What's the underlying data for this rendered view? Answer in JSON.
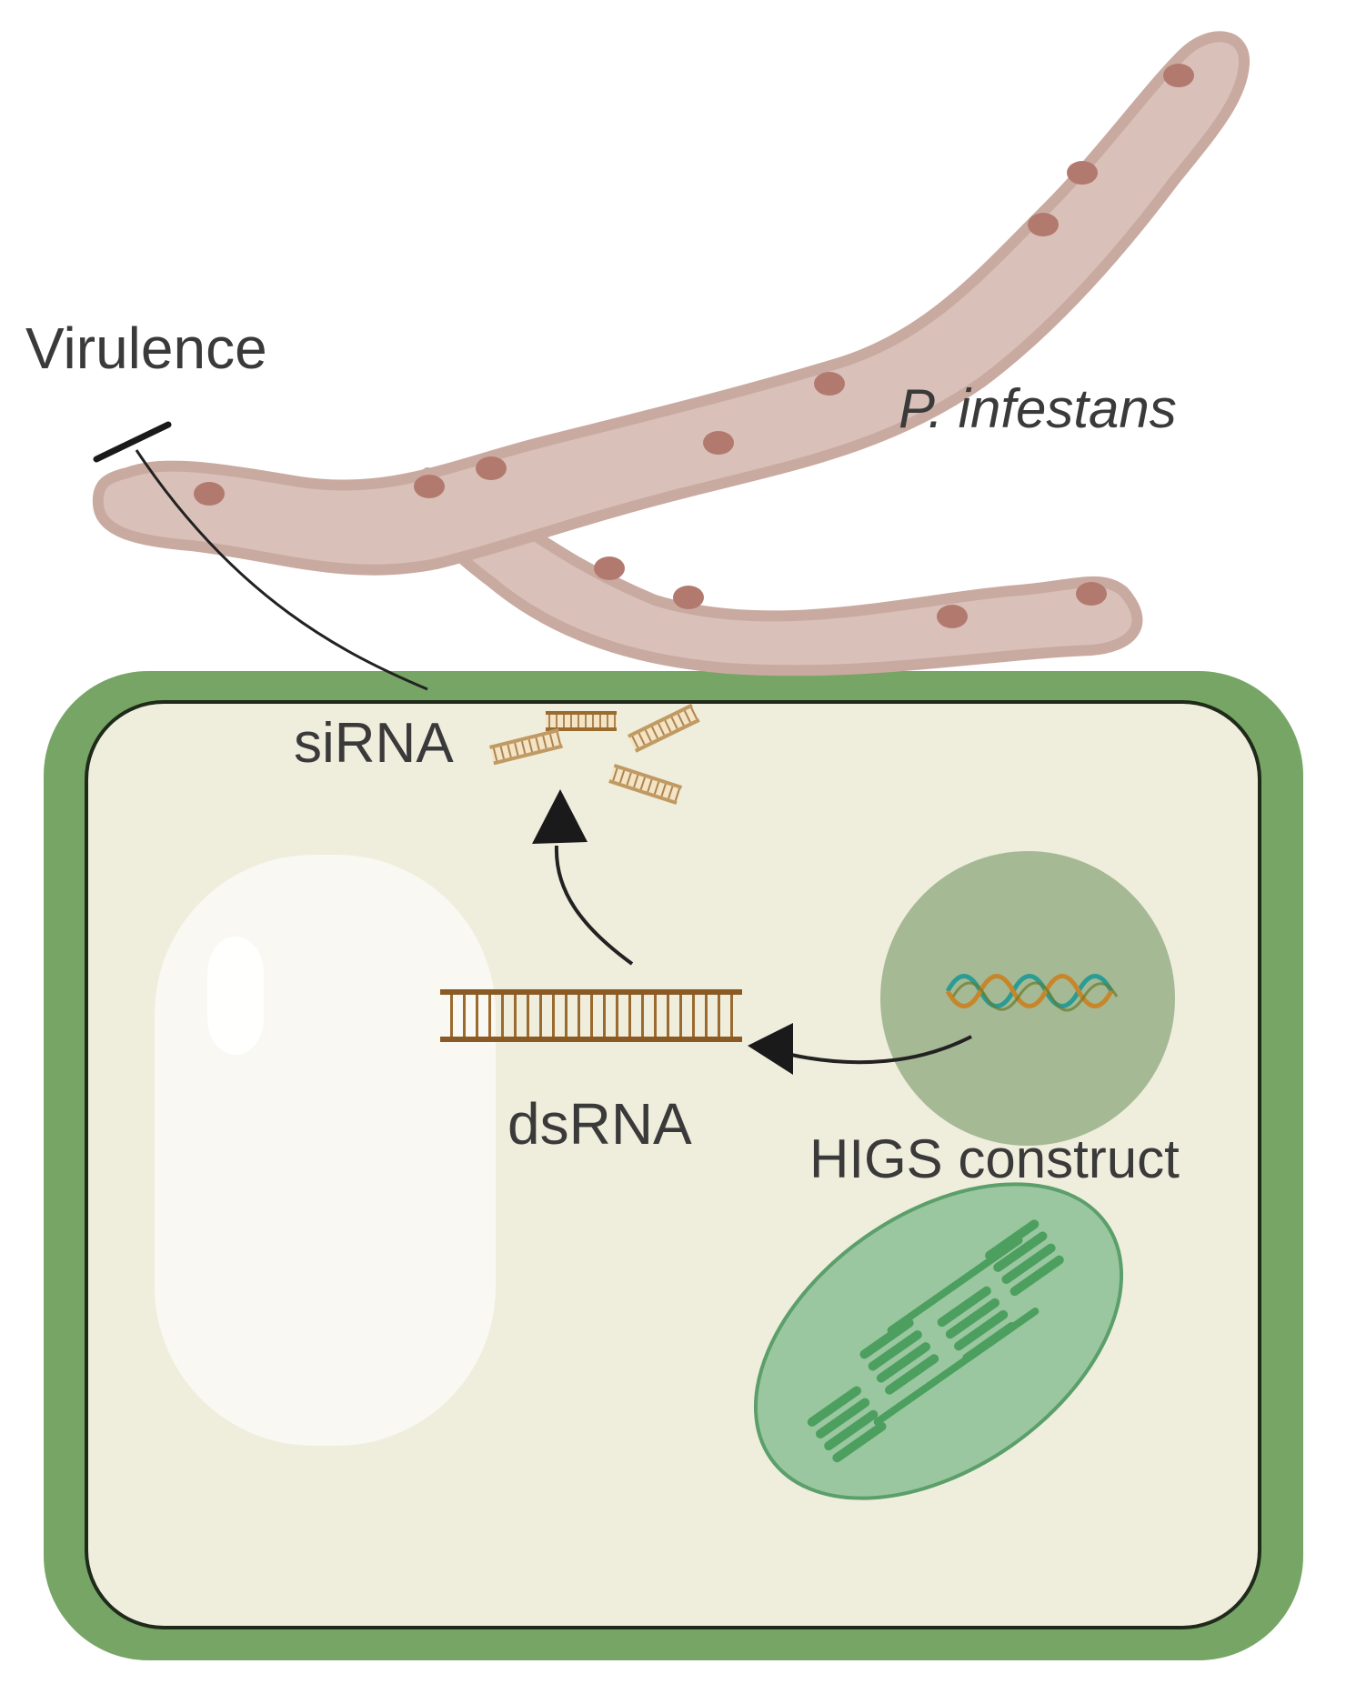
{
  "labels": {
    "virulence": "Virulence",
    "pathogen": "P. infestans",
    "sirna": "siRNA",
    "dsrna": "dsRNA",
    "construct": "HIGS construct"
  },
  "icons": [
    "hypha",
    "plant-cell",
    "vacuole",
    "nucleus",
    "dna-helix",
    "dsrna-ladder",
    "sirna-fragment",
    "chloroplast",
    "inhibition-bar",
    "arrow"
  ],
  "colors": {
    "hypha_fill": "#d9c1b9",
    "hypha_edge": "#c9aaa0",
    "hypha_nucleus": "#b27a6f",
    "cell_wall": "#76a565",
    "cytoplasm": "#efeedd",
    "vacuole": "#f9f8f2",
    "nucleus": "#a5b995",
    "rna": "#9b6a2f",
    "chloroplast": "#9ac7a0",
    "thylakoid": "#4c9f5e",
    "text": "#3a3a3a"
  }
}
